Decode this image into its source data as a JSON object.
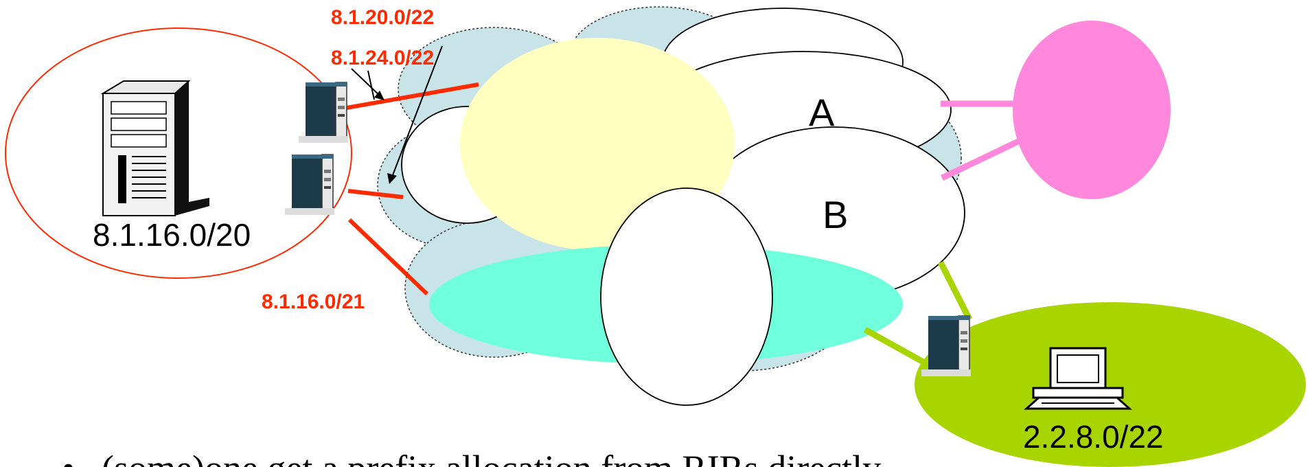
{
  "labels": {
    "prefix_top1": "8.1.20.0/22",
    "prefix_top2": "8.1.24.0/22",
    "prefix_left": "8.1.16.0/21",
    "site_prefix": "8.1.16.0/20",
    "as_a": "A",
    "as_b": "B",
    "customer_prefix": "2.2.8.0/22"
  },
  "bullet": {
    "marker": "•",
    "text": "(some)one get a prefix allocation from RIRs directly"
  },
  "colors": {
    "red_link": "#ff2a00",
    "pink": "#ff88dd",
    "lime": "#a8d400",
    "yellow": "#ffffc0",
    "teal": "#70ffdc",
    "cloud_back": "#c8e4e8"
  },
  "icons": [
    "server-tower-icon",
    "router-icon",
    "desktop-computer-icon"
  ]
}
